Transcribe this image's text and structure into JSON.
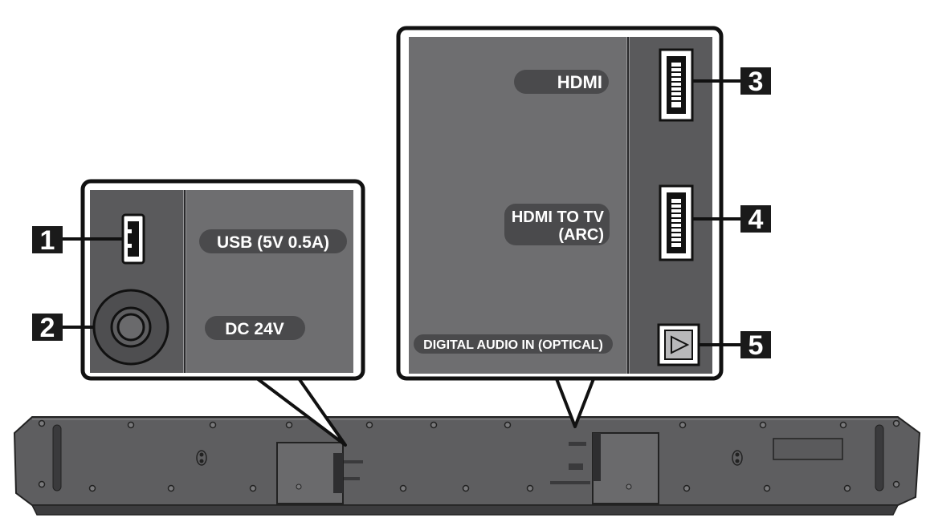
{
  "callouts": {
    "one": "1",
    "two": "2",
    "three": "3",
    "four": "4",
    "five": "5"
  },
  "left_panel": {
    "usb_label": "USB (5V 0.5A)",
    "dc_label": "DC 24V"
  },
  "right_panel": {
    "hdmi_label": "HDMI",
    "hdmi_tv_line1": "HDMI TO TV",
    "hdmi_tv_line2": "(ARC)",
    "optical_label": "DIGITAL AUDIO IN (OPTICAL)"
  },
  "colors": {
    "panel_dark": "#5a5a5c",
    "panel_light": "#6e6e70",
    "pill": "#4a4a4c",
    "callout_box": "#1a1a1a"
  }
}
